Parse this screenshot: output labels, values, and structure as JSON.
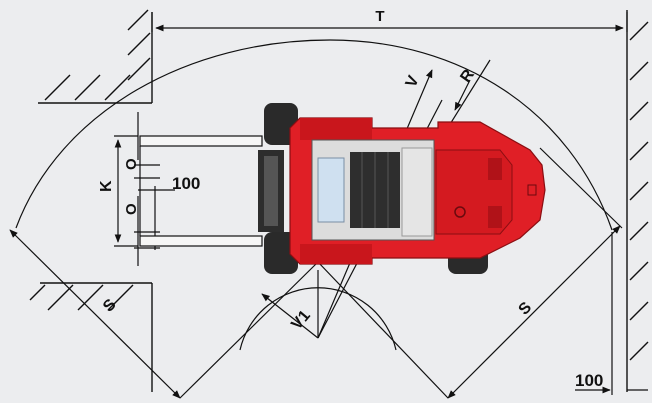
{
  "diagram": {
    "labels": {
      "t": "T",
      "v": "V",
      "r": "R",
      "k": "K",
      "o_top": "O",
      "o_bottom": "O",
      "offset_fork": "100",
      "s_left": "S",
      "s_right": "S",
      "v1": "V1",
      "offset_wall": "100"
    },
    "colors": {
      "background": "#ecedef",
      "vehicle_red": "#e01f26",
      "vehicle_dark": "#b3141a",
      "tire": "#2a2a2a",
      "line": "#111111"
    }
  }
}
